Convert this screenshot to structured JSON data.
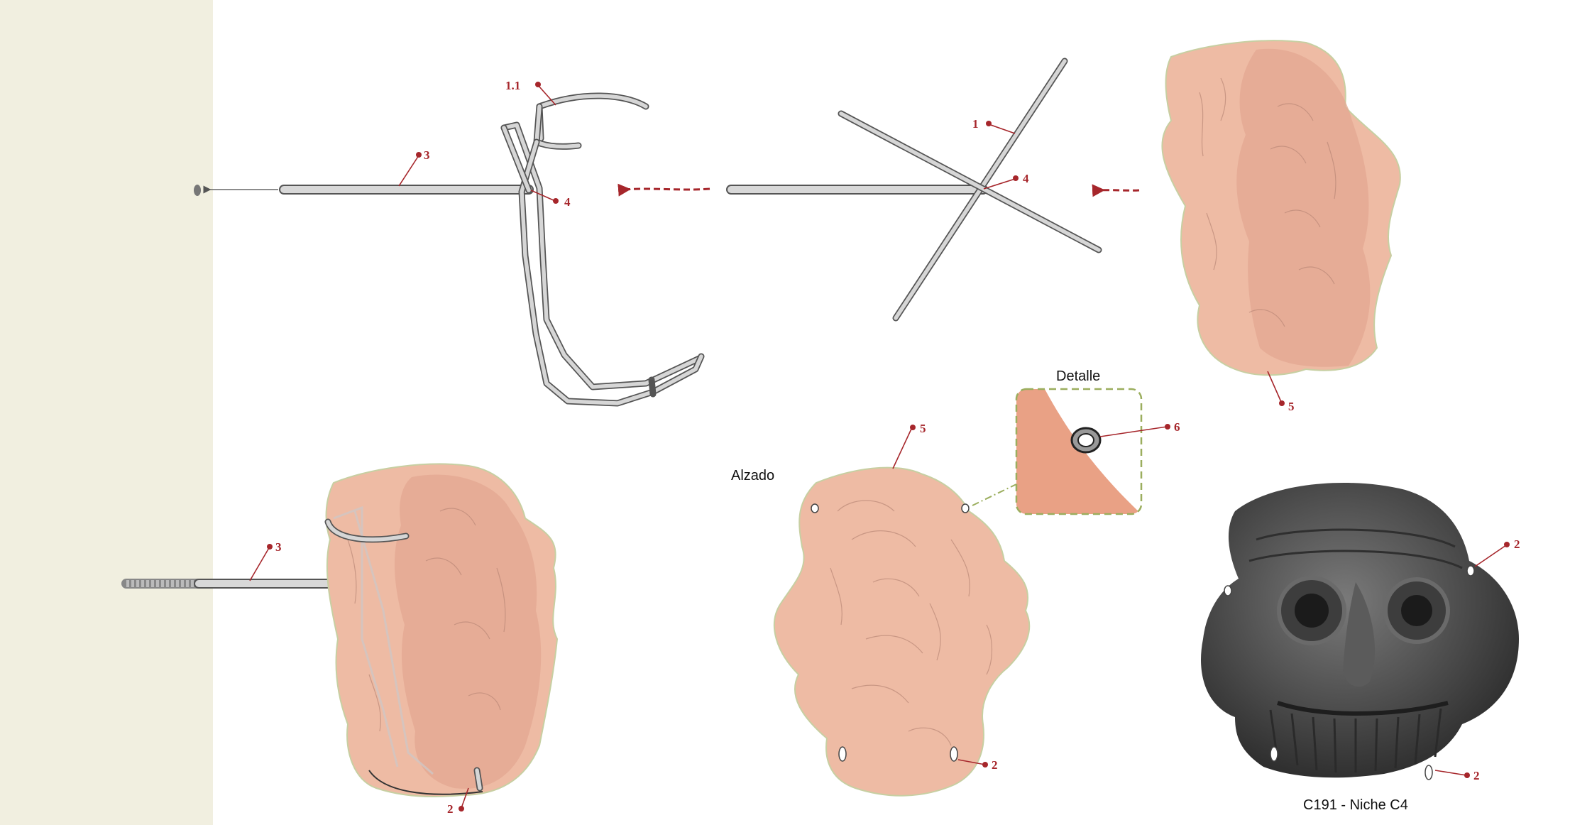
{
  "labels": {
    "top_left_wire": "1.1",
    "top_left_rod": "3",
    "top_left_joint": "4",
    "top_right_wire": "1",
    "top_right_joint": "4",
    "top_head": "5",
    "bottom_left_rod": "3",
    "bottom_left_hook": "2",
    "elevation_top": "5",
    "elevation_hook": "2",
    "detail_pin": "6",
    "photo_hook_top": "2",
    "photo_hook_bottom": "2"
  },
  "texts": {
    "detail_title": "Detalle",
    "elevation_title": "Alzado",
    "photo_caption": "C191 - Niche C4"
  },
  "colors": {
    "wall": "#f1efe0",
    "accent": "#a6262b",
    "terracotta": "#eebba4",
    "detail_dash": "#9bae5e"
  }
}
